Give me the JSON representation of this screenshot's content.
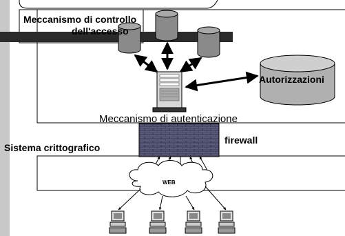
{
  "labels": {
    "access_control_line1": "Meccanismo di controllo",
    "access_control_line2": "dell'accesso",
    "authorizations": "Autorizzazioni",
    "authentication": "Meccanismo di autenticazione",
    "crypto_system": "Sistema crittografico",
    "firewall": "firewall",
    "cloud": "WEB"
  },
  "colors": {
    "left_strip": "#c8c8c8",
    "bus_bar": "#2a2a2a",
    "db_cylinder": "#8a8a8a",
    "auth_db": "#b0b0b0",
    "firewall_brick": "#5a5a7a",
    "frame_line": "#000000"
  },
  "icons": {
    "server": "server-tower-icon",
    "databases": "database-cylinder-icon",
    "clients": "desktop-computer-icon",
    "cloud": "cloud-icon",
    "firewall": "brick-wall-icon"
  }
}
